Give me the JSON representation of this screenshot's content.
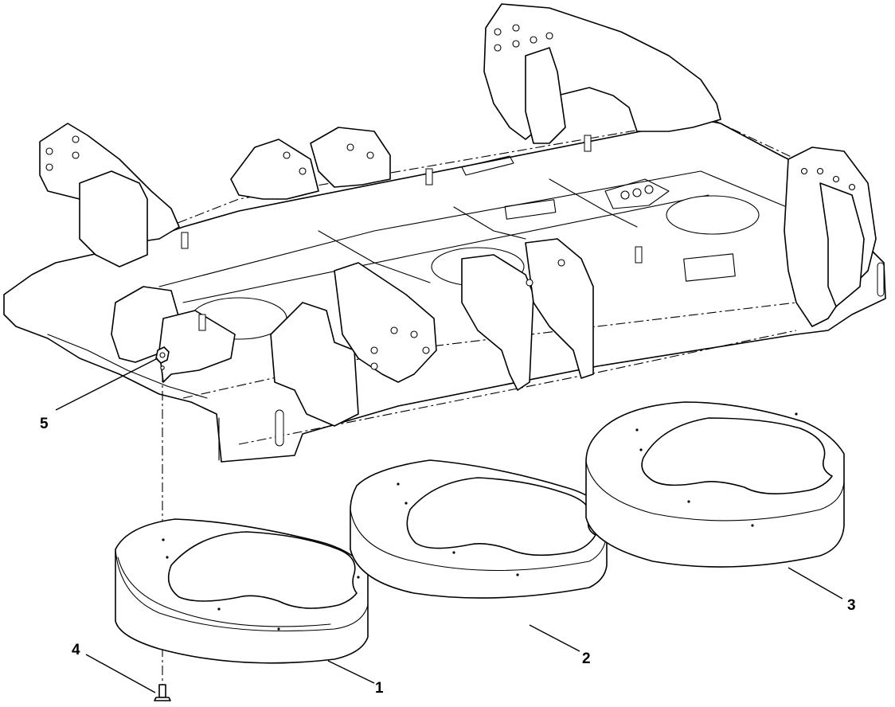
{
  "callouts": [
    {
      "id": "1",
      "label": "1"
    },
    {
      "id": "2",
      "label": "2"
    },
    {
      "id": "3",
      "label": "3"
    },
    {
      "id": "4",
      "label": "4"
    },
    {
      "id": "5",
      "label": "5"
    }
  ],
  "colors": {
    "line": "#000000",
    "fill": "#ffffff"
  }
}
